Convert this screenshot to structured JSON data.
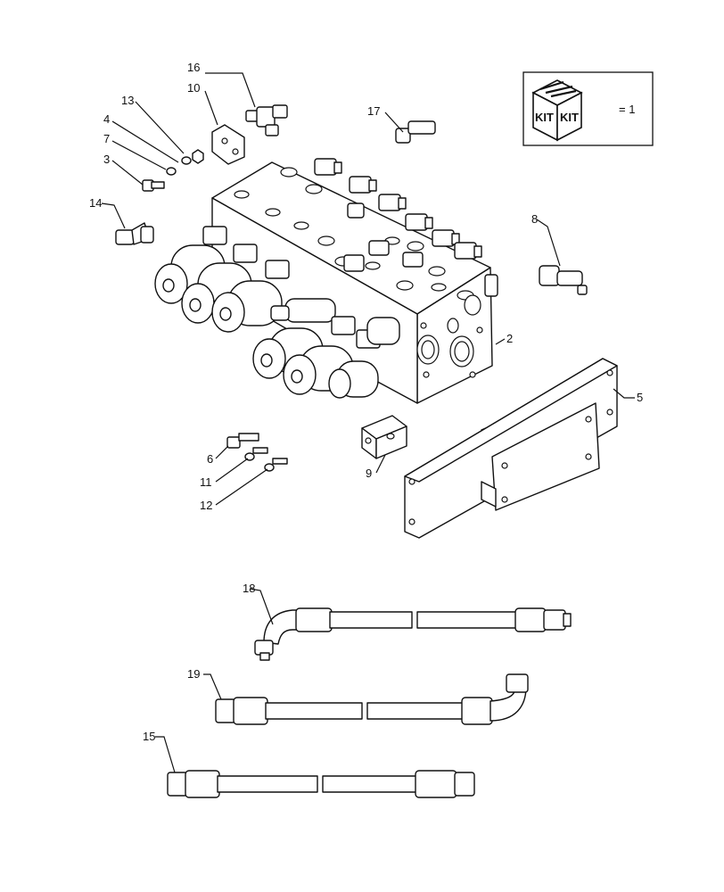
{
  "callouts": [
    "16",
    "10",
    "13",
    "4",
    "7",
    "3",
    "17",
    "14",
    "8",
    "2",
    "5",
    "6",
    "11",
    "12",
    "9",
    "18",
    "19",
    "15"
  ],
  "kit": {
    "icon_text_1": "KIT",
    "icon_text_2": "KIT",
    "quantity": "= 1"
  },
  "colors": {
    "line": "#111111",
    "fill": "#ffffff",
    "shade": "#f2f2f2"
  }
}
